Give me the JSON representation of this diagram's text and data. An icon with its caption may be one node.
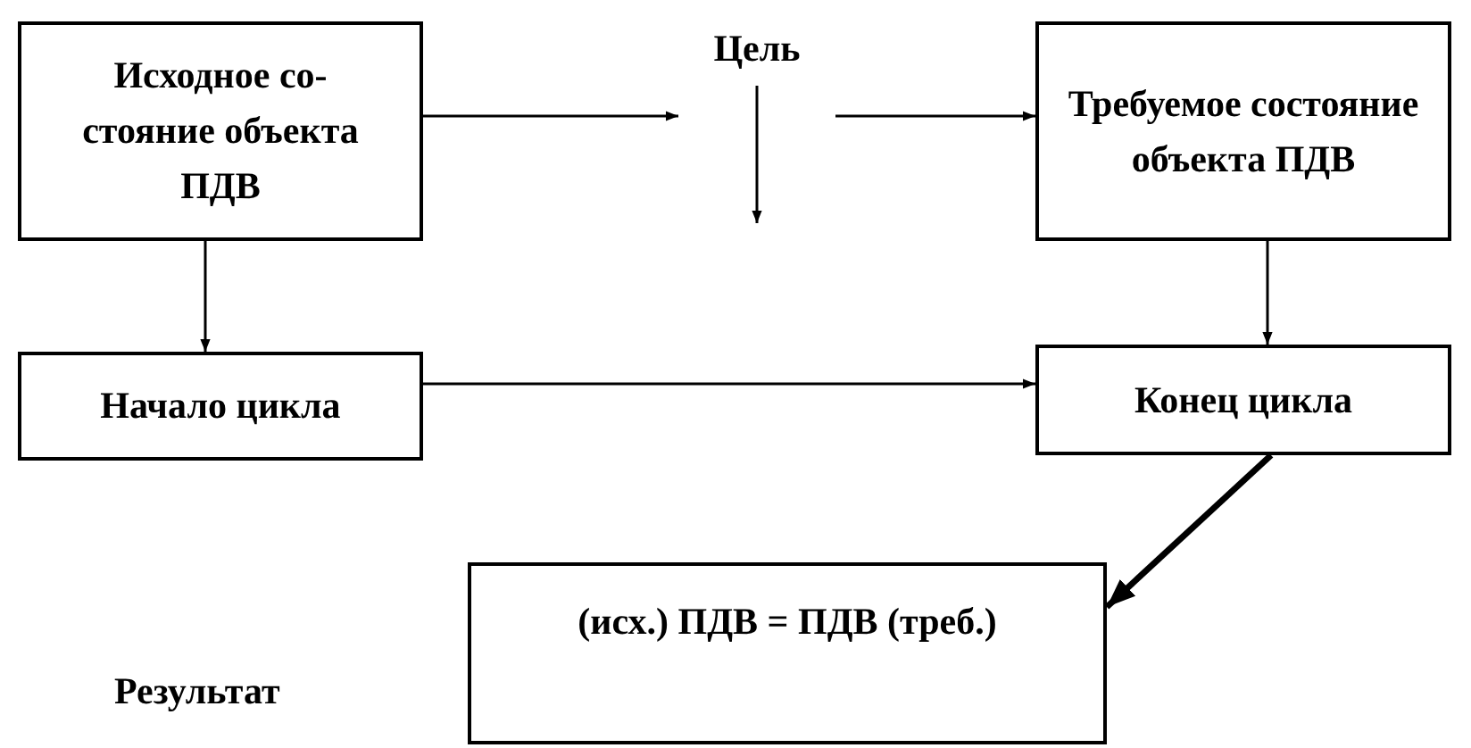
{
  "diagram": {
    "nodes": [
      {
        "text": [
          "Исходное со- стояние объекта ПДВ"
        ]
      },
      {
        "text": [
          "Цель"
        ]
      },
      {
        "text": [
          "Требуемое состояние объекта ПДВ"
        ]
      },
      {
        "text": [
          "Начало цикла"
        ]
      },
      {
        "text": [
          "Конец цикла"
        ]
      },
      {
        "text": [
          "(исх.) ПДВ = ПДВ (треб.)"
        ]
      }
    ],
    "edges": [
      {
        "from": 0,
        "to": 1,
        "arrow": "to"
      },
      {
        "from": 1,
        "to": 2,
        "arrow": "to"
      },
      {
        "from": 1,
        "to": null,
        "arrow": "to"
      },
      {
        "from": 0,
        "to": 3,
        "arrow": "to"
      },
      {
        "from": 2,
        "to": 4,
        "arrow": "to"
      },
      {
        "from": 3,
        "to": 4,
        "arrow": "to"
      },
      {
        "from": 4,
        "to": 5,
        "arrow": "to",
        "style": "thick"
      }
    ],
    "labels": [
      "Результат"
    ]
  }
}
